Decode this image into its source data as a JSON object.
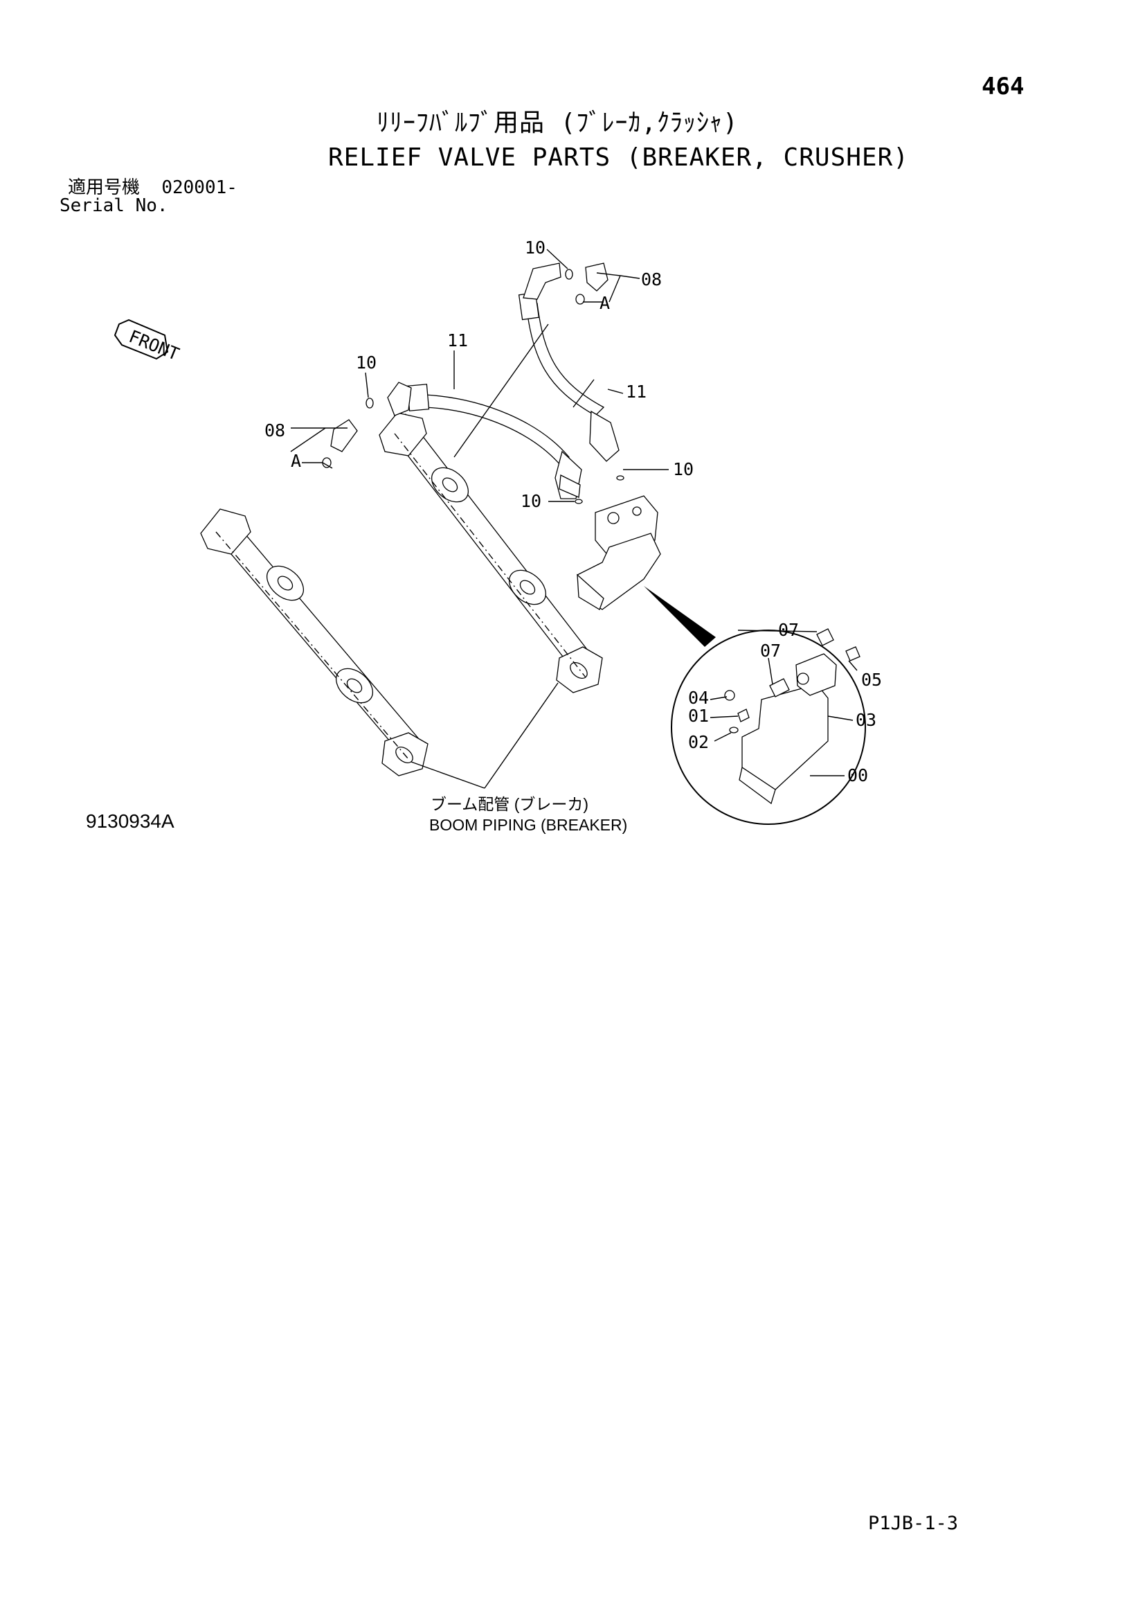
{
  "page_number": "464",
  "title_jp": "ﾘﾘｰﾌﾊﾞﾙﾌﾞ用品 (ﾌﾞﾚｰｶ,ｸﾗｯｼｬ)",
  "title_en": "RELIEF VALVE PARTS (BREAKER, CRUSHER)",
  "serial": {
    "label_jp": "適用号機",
    "value": "020001-",
    "label_en": "Serial No."
  },
  "figure_number": "9130934A",
  "caption": {
    "jp": "ブーム配管 (ブレーカ)",
    "en": "BOOM PIPING (BREAKER)"
  },
  "footer_code": "P1JB-1-3",
  "diagram": {
    "front_label": "FRONT",
    "callouts": {
      "c10_top": "10",
      "c08_top": "08",
      "a_top": "A",
      "c11_left": "11",
      "c10_left": "10",
      "c11_right": "11",
      "c08_left": "08",
      "a_left": "A",
      "c10_right": "10",
      "c10_mid": "10",
      "c07_a": "07",
      "c07_b": "07",
      "c05": "05",
      "c04": "04",
      "c01": "01",
      "c03": "03",
      "c02": "02",
      "c00": "00"
    }
  }
}
